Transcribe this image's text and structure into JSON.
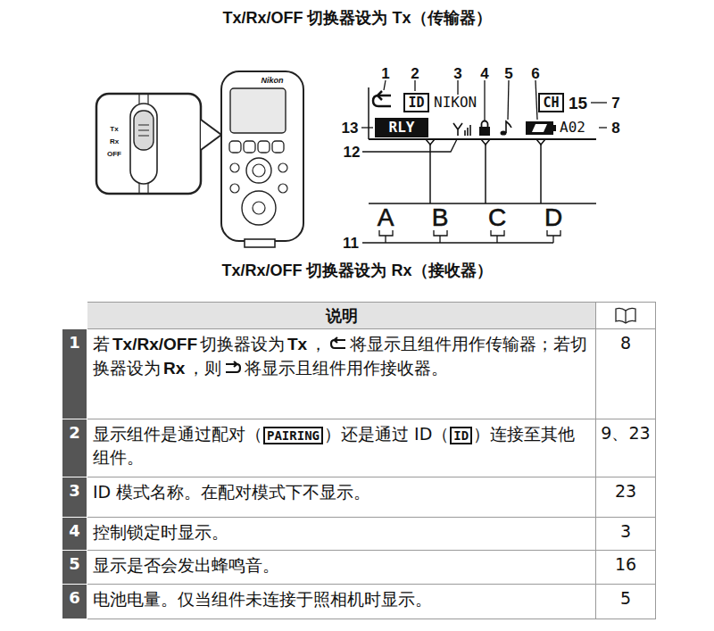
{
  "diagram": {
    "title": "Tx/Rx/OFF 切换器设为 Tx（传输器）",
    "caption": "Tx/Rx/OFF 切换器设为 Rx（接收器）",
    "nodes": [
      {
        "text": [
          "ID"
        ]
      },
      {
        "text": [
          "CH"
        ]
      },
      {
        "text": [
          "RLY"
        ]
      }
    ],
    "labels": [
      "Tx",
      "Rx",
      "OFF",
      "Nikon",
      "NIKON",
      "15",
      "A02",
      "A",
      "B",
      "C",
      "D",
      "1",
      "2",
      "3",
      "4",
      "5",
      "6",
      "7",
      "8",
      "13",
      "12",
      "11",
      "说明",
      "1",
      "若",
      "Tx/Rx/OFF",
      "切换器设为",
      "Tx",
      "，",
      "将显示且组件用作传输器；若切换器设为",
      "Rx",
      "，则",
      "将显示且组件用作接收器。",
      "8",
      "2",
      "显示组件是通过配对（",
      "PAIRING",
      "）还是通过 ID（",
      "ID",
      "）连接至其他组件。",
      "9、23",
      "3",
      "ID 模式名称。在配对模式下不显示。",
      "23",
      "4",
      "控制锁定时显示。",
      "3",
      "5",
      "显示是否会发出蜂鸣音。",
      "16",
      "6",
      "电池电量。仅当组件未连接于照相机时显示。",
      "5"
    ]
  }
}
